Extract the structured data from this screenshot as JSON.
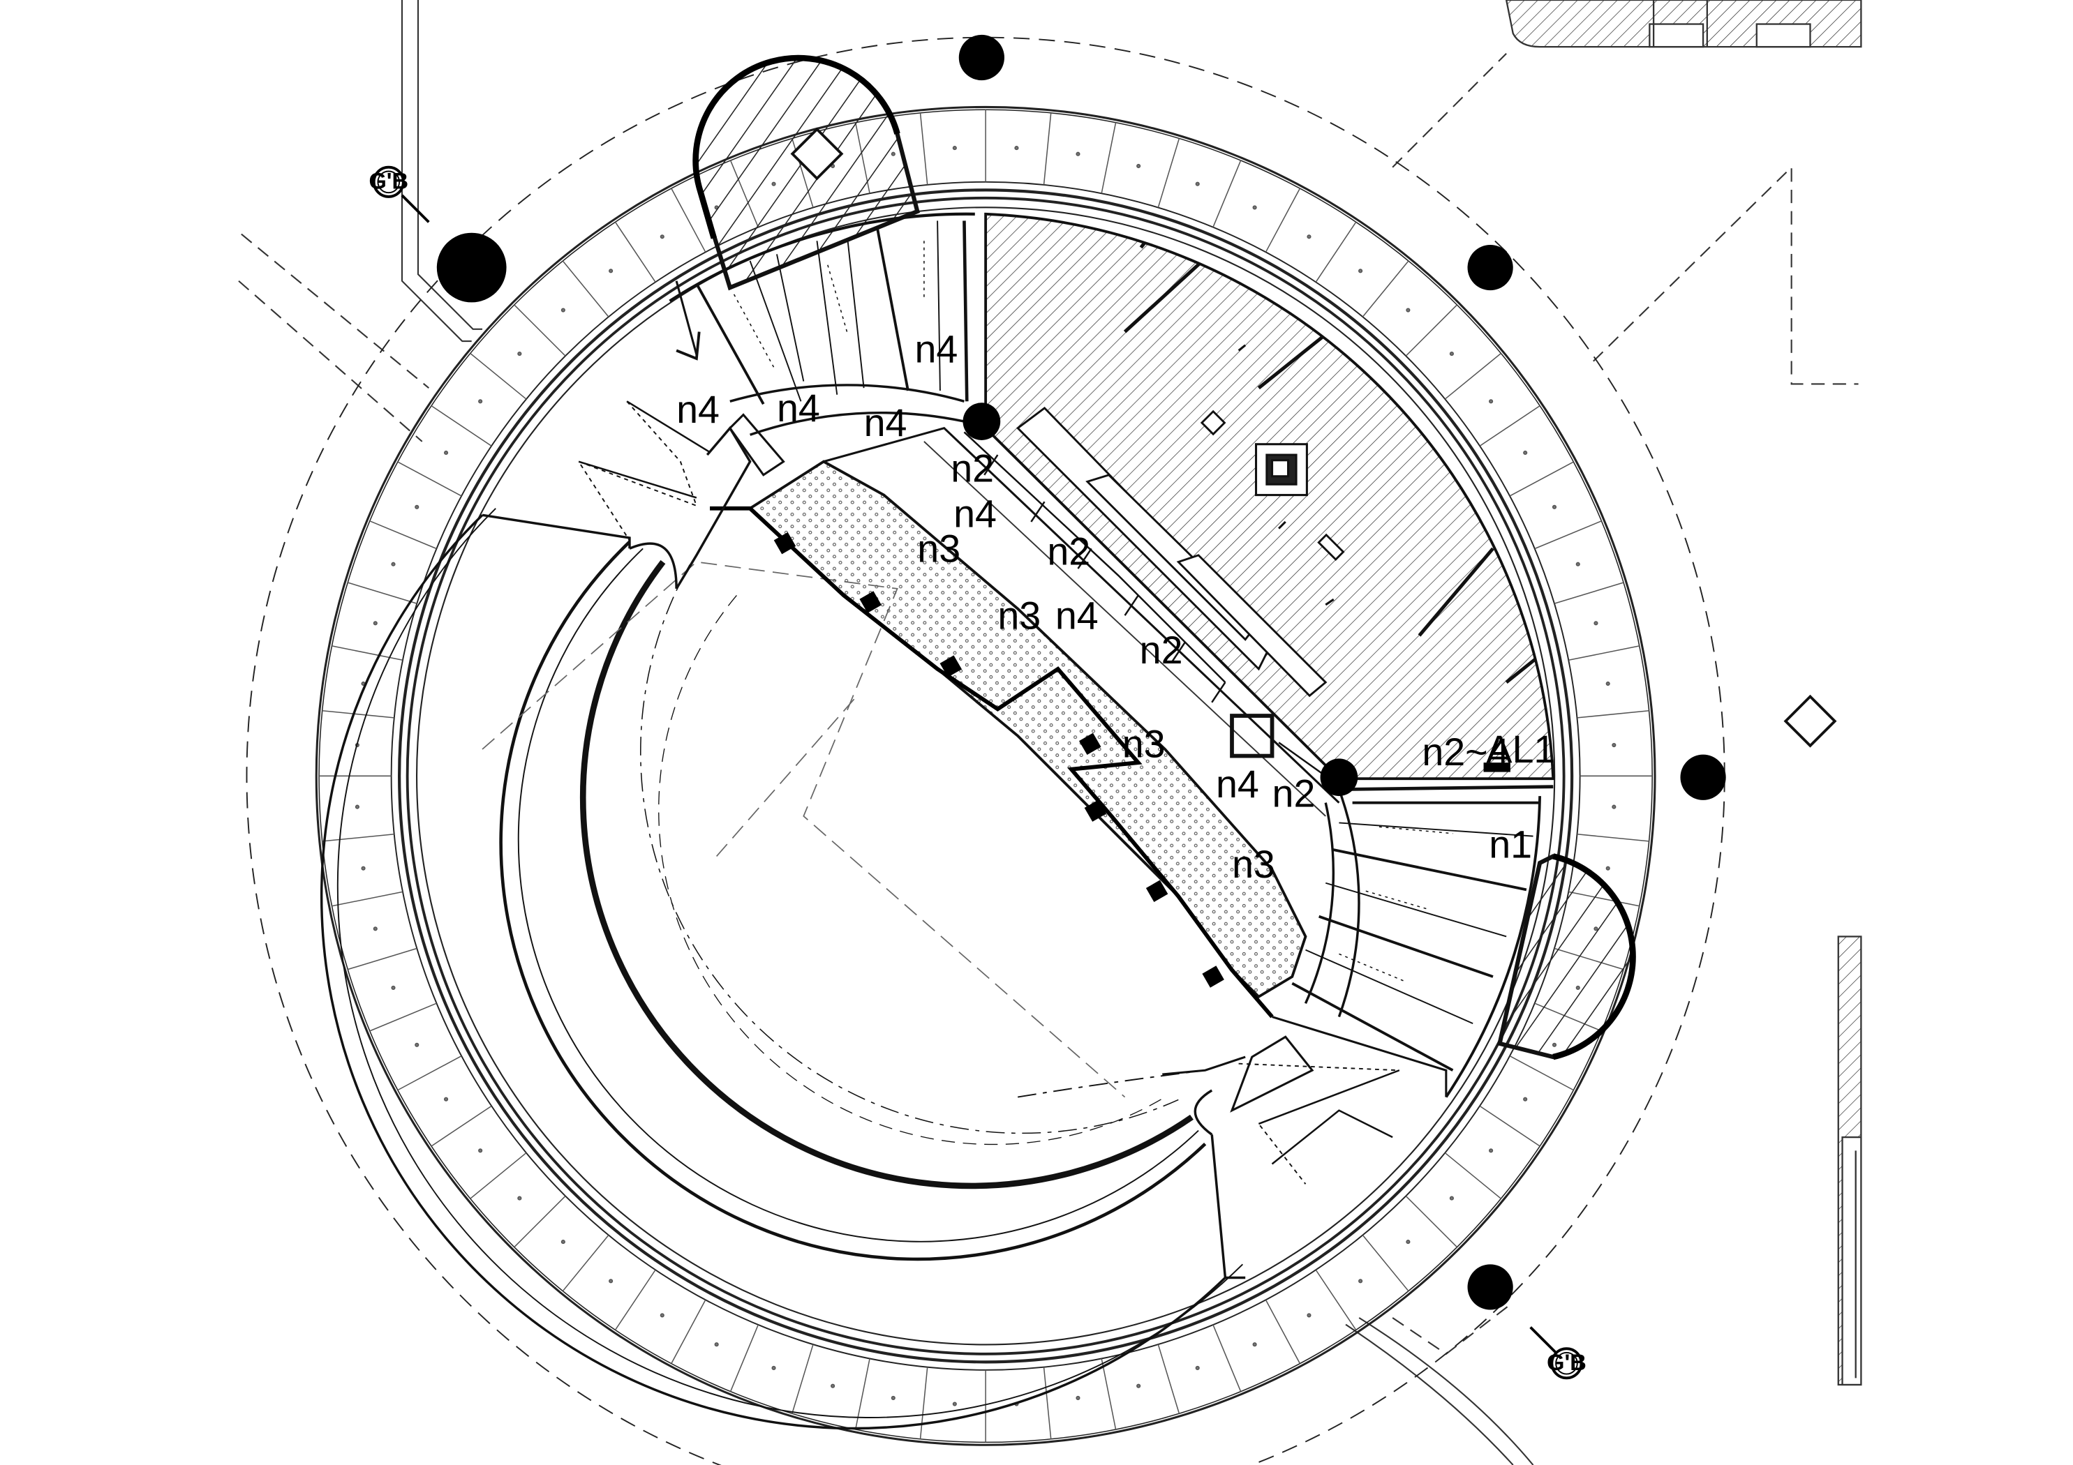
{
  "drawing": {
    "kind": "circular floor plan",
    "section_markers": [
      "G'B",
      "G'B"
    ],
    "annotations": [
      "n4",
      "n4",
      "n4",
      "n4",
      "n4",
      "n2",
      "n4",
      "n3",
      "n2",
      "n3",
      "n4",
      "n2",
      "n3",
      "n4",
      "n3",
      "n2~4",
      "AL1",
      "n2",
      "n1"
    ]
  }
}
